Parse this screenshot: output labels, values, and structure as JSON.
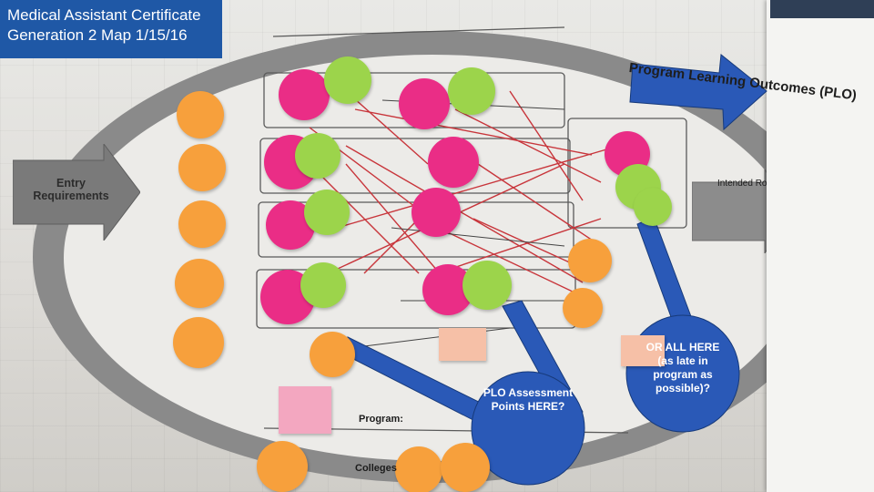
{
  "slide": {
    "title_line1": "Medical Assistant Certificate",
    "title_line2": "Generation 2 Map 1/15/16"
  },
  "map": {
    "entry_requirements": "Entry Requirements",
    "program_outcomes_label": "Program Learning Outcomes (PLO)",
    "intended_roles": "Intended Roles",
    "program_row_label": "Program:",
    "colleges_row_label": "Colleges"
  },
  "callouts": {
    "plo_assessment": "PLO Assessment Points HERE?",
    "or_all_here": "OR ALL HERE (as late in program as possible)?"
  },
  "colors": {
    "title_bg": "#1f58a6",
    "callout_blue": "#2a59b7",
    "orange_dot": "#f7a03c",
    "pink_dot": "#ea2d86",
    "green_dot": "#9cd44b",
    "ellipse_gray": "#8a8a8a",
    "arrow_red": "#c8353b",
    "pink_postit": "#f3a7c0"
  }
}
